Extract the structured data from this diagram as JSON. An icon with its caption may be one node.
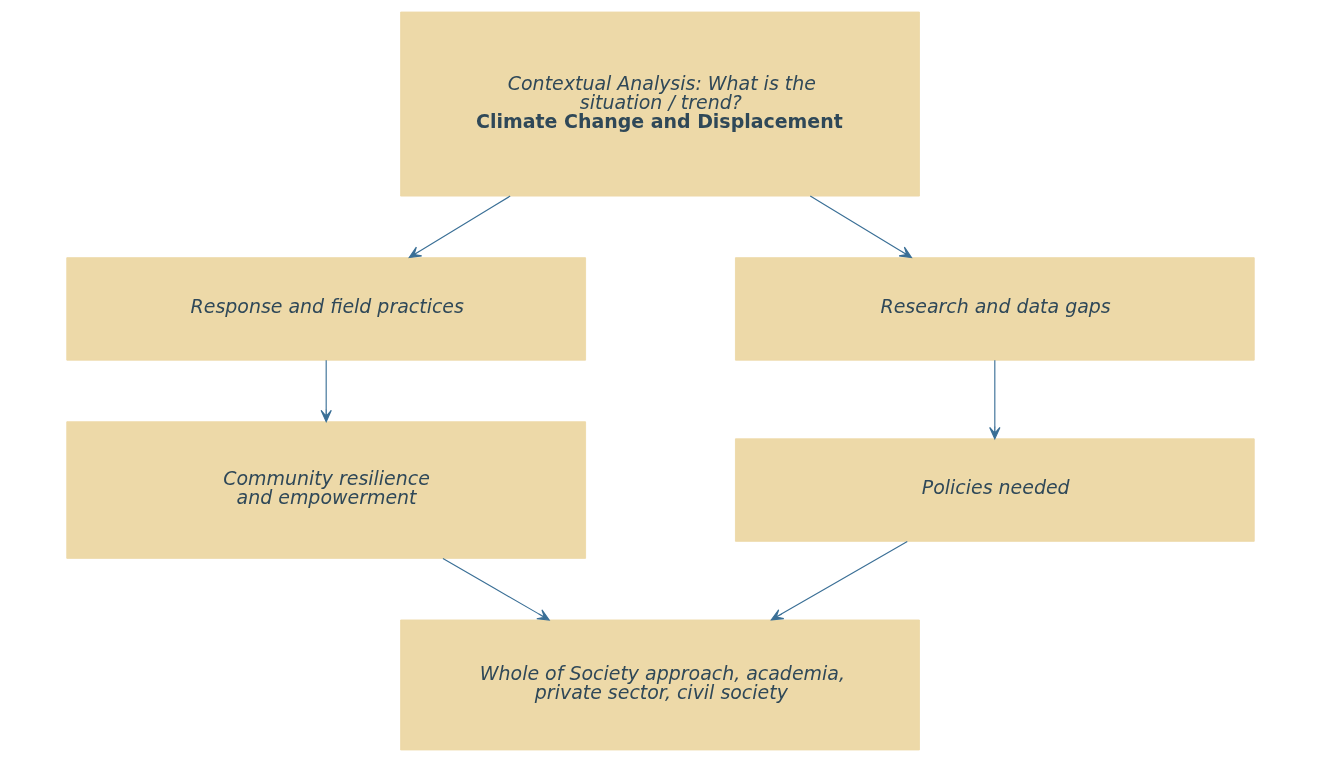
{
  "diagram": {
    "nodes": [
      {
        "text": [
          "Contextual Analysis: What is the situation / trend?",
          "Climate Change and Displacement"
        ]
      },
      {
        "text": [
          "Response and field practices"
        ]
      },
      {
        "text": [
          "Research and data gaps"
        ]
      },
      {
        "text": [
          "Community resilience and empowerment"
        ]
      },
      {
        "text": [
          "Policies needed"
        ]
      },
      {
        "text": [
          "Whole of Society approach, academia, private sector, civil society"
        ]
      }
    ],
    "edges": [
      {
        "from": 0,
        "to": 1,
        "arrow": "to"
      },
      {
        "from": 0,
        "to": 2,
        "arrow": "to"
      },
      {
        "from": 1,
        "to": 3,
        "arrow": "to"
      },
      {
        "from": 2,
        "to": 4,
        "arrow": "to"
      },
      {
        "from": 3,
        "to": 5,
        "arrow": "to"
      },
      {
        "from": 4,
        "to": 5,
        "arrow": "to"
      }
    ]
  }
}
